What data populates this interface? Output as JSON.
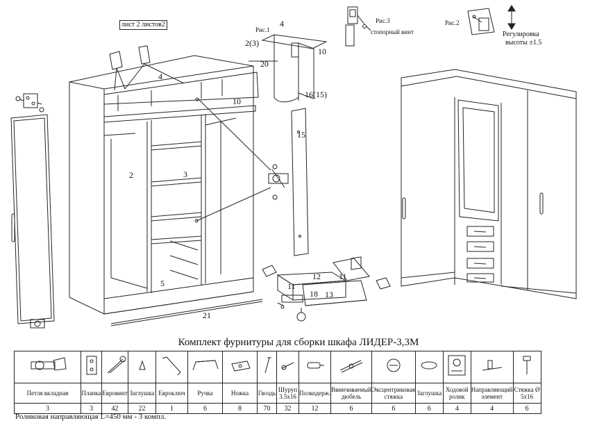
{
  "sheet": {
    "label": "лист 2 листов2"
  },
  "figures": {
    "fig1": {
      "title": "Рис.1",
      "parts": [
        "4",
        "2(3)",
        "20",
        "10",
        "16(15)"
      ]
    },
    "fig2": {
      "title": "Рис.2",
      "caption_line1": "Регулировка",
      "caption_line2": "высоты ±1.5"
    },
    "fig3": {
      "title": "Рис.3",
      "caption": "стопорный винт"
    }
  },
  "part_numbers": [
    "4",
    "10",
    "2",
    "3",
    "5",
    "21",
    "15",
    "12",
    "11",
    "11",
    "18",
    "13"
  ],
  "kit": {
    "title": "Комплект фурнитуры для сборки шкафа  ЛИДЕР-3,3М",
    "items": [
      {
        "name": "Петля вкладная",
        "qty": "3",
        "icon": "hinge-icon"
      },
      {
        "name": "Планка",
        "qty": "3",
        "icon": "mounting-plate-icon"
      },
      {
        "name": "Евровинт",
        "qty": "42",
        "icon": "euro-screw-icon"
      },
      {
        "name": "Заглушка",
        "qty": "22",
        "icon": "cap-icon"
      },
      {
        "name": "Евроключ",
        "qty": "1",
        "icon": "hex-key-icon"
      },
      {
        "name": "Ручка",
        "qty": "6",
        "icon": "handle-icon"
      },
      {
        "name": "Ножка",
        "qty": "8",
        "icon": "foot-icon"
      },
      {
        "name": "Гвоздь",
        "qty": "70",
        "icon": "nail-icon"
      },
      {
        "name": "Шуруп 3.5x16",
        "qty": "32",
        "icon": "screw-icon"
      },
      {
        "name": "Полкодерж.",
        "qty": "12",
        "icon": "shelf-support-icon"
      },
      {
        "name": "Ввинчиваемый дюбель",
        "qty": "6",
        "icon": "dowel-icon"
      },
      {
        "name": "Эксцентриковая стяжка",
        "qty": "6",
        "icon": "cam-lock-icon"
      },
      {
        "name": "Заглушка",
        "qty": "6",
        "icon": "cap-disc-icon"
      },
      {
        "name": "Ходовой ролик",
        "qty": "4",
        "icon": "roller-icon"
      },
      {
        "name": "Направляющий элемент",
        "qty": "4",
        "icon": "guide-element-icon"
      },
      {
        "name": "Стяжка Ø 5x16",
        "qty": "6",
        "icon": "connector-bolt-icon"
      }
    ]
  },
  "note": "Роликовая направляющая L=450 мм - 3 компл."
}
